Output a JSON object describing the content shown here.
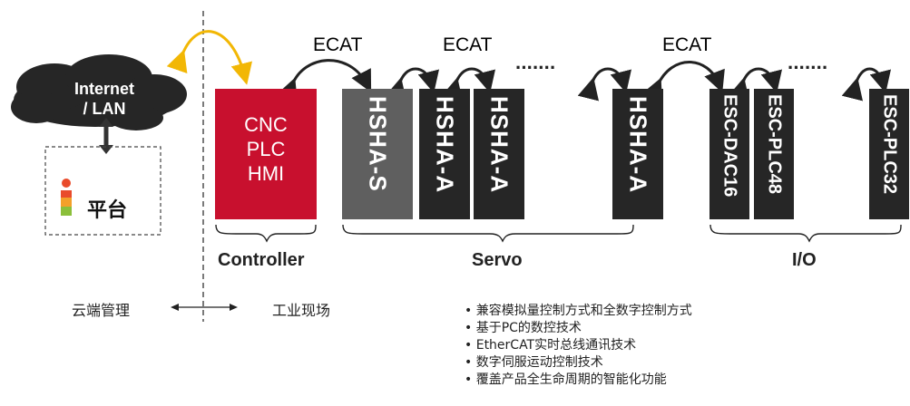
{
  "cloud": {
    "label_line1": "Internet",
    "label_line2": "/ LAN"
  },
  "platform": {
    "label": "平台"
  },
  "controller_box": {
    "lines": [
      "CNC",
      "PLC",
      "HMI"
    ]
  },
  "ecat_labels": [
    "ECAT",
    "ECAT",
    "ECAT"
  ],
  "ellipses": [
    "·······",
    "·······"
  ],
  "servo_units": [
    "HSHA-S",
    "HSHA-A",
    "HSHA-A",
    "HSHA-A"
  ],
  "io_units": [
    "ESC-DAC16",
    "ESC-PLC48",
    "ESC-PLC32"
  ],
  "groups": {
    "controller": "Controller",
    "servo": "Servo",
    "io": "I/O"
  },
  "zones": {
    "cloud": "云端管理",
    "field": "工业现场"
  },
  "features": [
    "兼容模拟量控制方式和全数字控制方式",
    "基于PC的数控技术",
    "EtherCAT实时总线通讯技术",
    "数字伺服运动控制技术",
    "覆盖产品全生命周期的智能化功能"
  ],
  "colors": {
    "red": "#C8102E",
    "servo_s": "#5f5f5f",
    "dark": "#262626",
    "arrow_yellow": "#F2B705"
  }
}
